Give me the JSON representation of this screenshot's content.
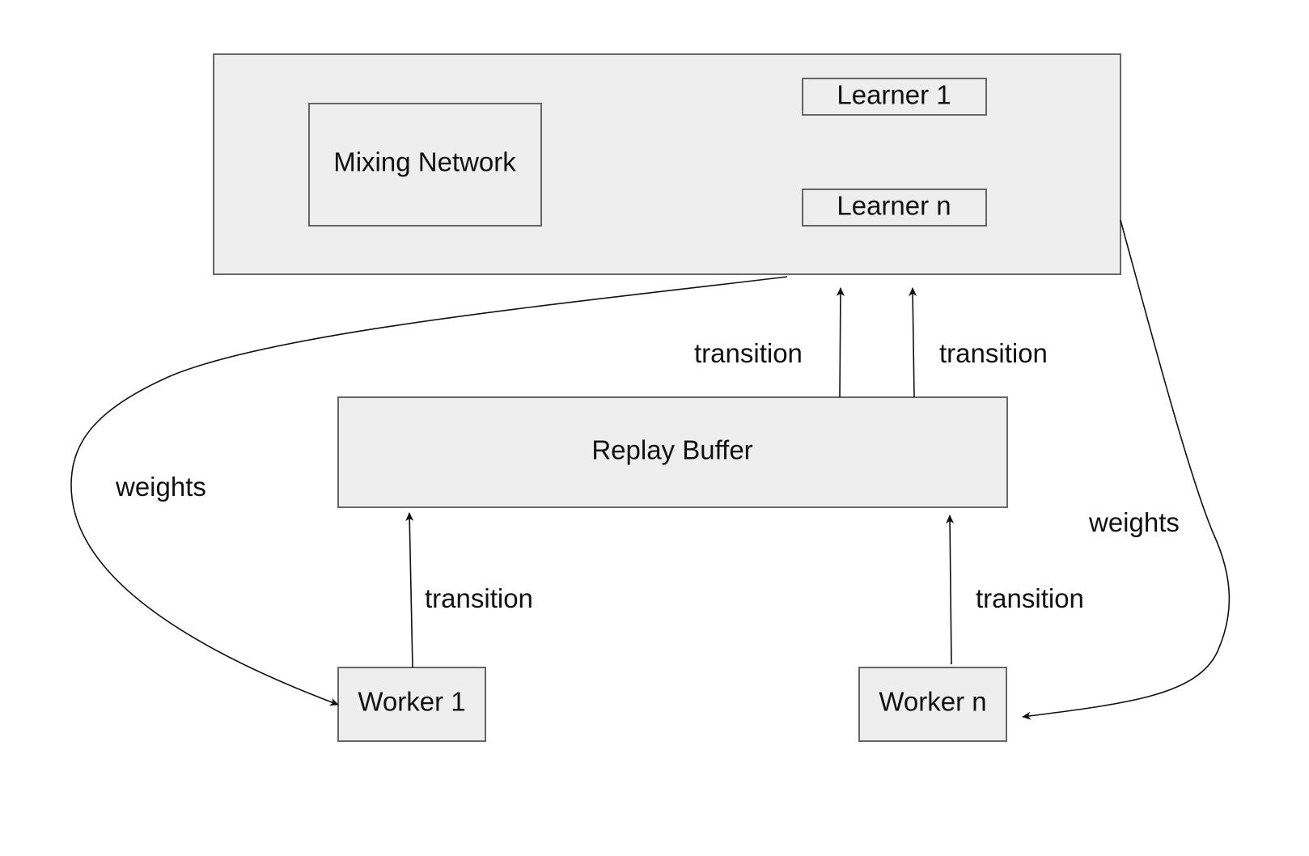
{
  "diagram": {
    "nodes": {
      "mixing_network": "Mixing Network",
      "learner_1": "Learner 1",
      "learner_n": "Learner n",
      "replay_buffer": "Replay Buffer",
      "worker_1": "Worker 1",
      "worker_n": "Worker n"
    },
    "edges": {
      "buffer_to_learners_left": "transition",
      "buffer_to_learners_right": "transition",
      "worker1_to_buffer": "transition",
      "workern_to_buffer": "transition",
      "weights_to_worker1": "weights",
      "weights_to_workern": "weights"
    },
    "colors": {
      "box_fill": "#eeeeee",
      "box_stroke": "#666666",
      "edge": "#111111",
      "text": "#111111"
    }
  }
}
